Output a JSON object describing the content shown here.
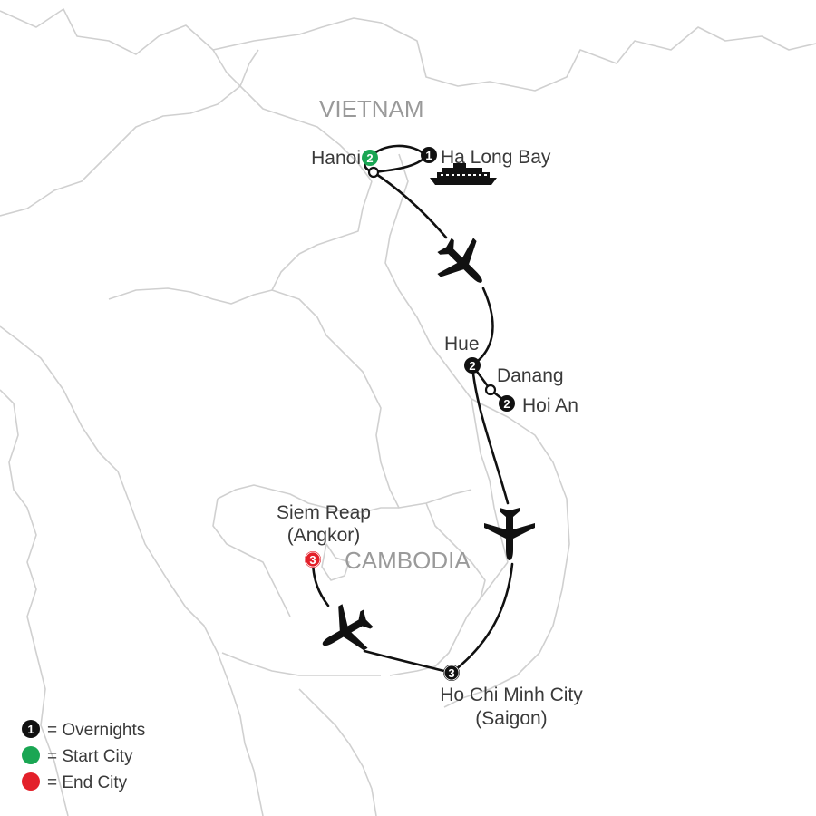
{
  "map": {
    "countries": [
      {
        "id": "vietnam",
        "label": "VIETNAM"
      },
      {
        "id": "cambodia",
        "label": "CAMBODIA"
      }
    ],
    "stops": [
      {
        "id": "hanoi",
        "label": "Hanoi",
        "nights": "2",
        "role": "start"
      },
      {
        "id": "halong",
        "label": "Ha Long Bay",
        "nights": "1",
        "role": "overnight"
      },
      {
        "id": "hue",
        "label": "Hue",
        "nights": "2",
        "role": "overnight"
      },
      {
        "id": "danang",
        "label": "Danang",
        "nights": "",
        "role": "pass-through"
      },
      {
        "id": "hoian",
        "label": "Hoi An",
        "nights": "2",
        "role": "overnight"
      },
      {
        "id": "hcmc",
        "label": "Ho Chi Minh City",
        "label2": "(Saigon)",
        "nights": "3",
        "role": "overnight"
      },
      {
        "id": "siemreap",
        "label": "Siem Reap",
        "label2": "(Angkor)",
        "nights": "3",
        "role": "end"
      }
    ],
    "legend": [
      {
        "id": "overnights",
        "symbol": "1",
        "label": "= Overnights",
        "color": "#111111"
      },
      {
        "id": "start",
        "symbol": "",
        "label": "= Start City",
        "color": "#1aa653"
      },
      {
        "id": "end",
        "symbol": "",
        "label": "= End City",
        "color": "#e3202a"
      }
    ],
    "colors": {
      "overnight": "#111111",
      "start": "#1aa653",
      "end": "#e3202a",
      "border": "#d0d0d0",
      "route": "#111111"
    },
    "icons": [
      "cruise-ship-icon",
      "airplane-icon"
    ]
  }
}
